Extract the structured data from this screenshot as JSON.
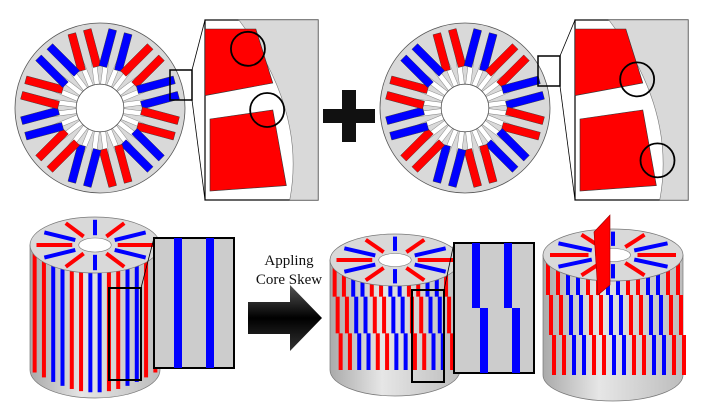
{
  "annotation": {
    "line1": "Appling",
    "line2": "Core Skew"
  },
  "colors": {
    "phase_a": "#ff0000",
    "phase_b": "#0000ff",
    "core": "#d9d9d9",
    "core_side": "#c0c0c0",
    "outline": "#555555",
    "arrow": "#000000"
  },
  "icons": [
    "plus-sign",
    "right-arrow",
    "highlight-circle"
  ]
}
